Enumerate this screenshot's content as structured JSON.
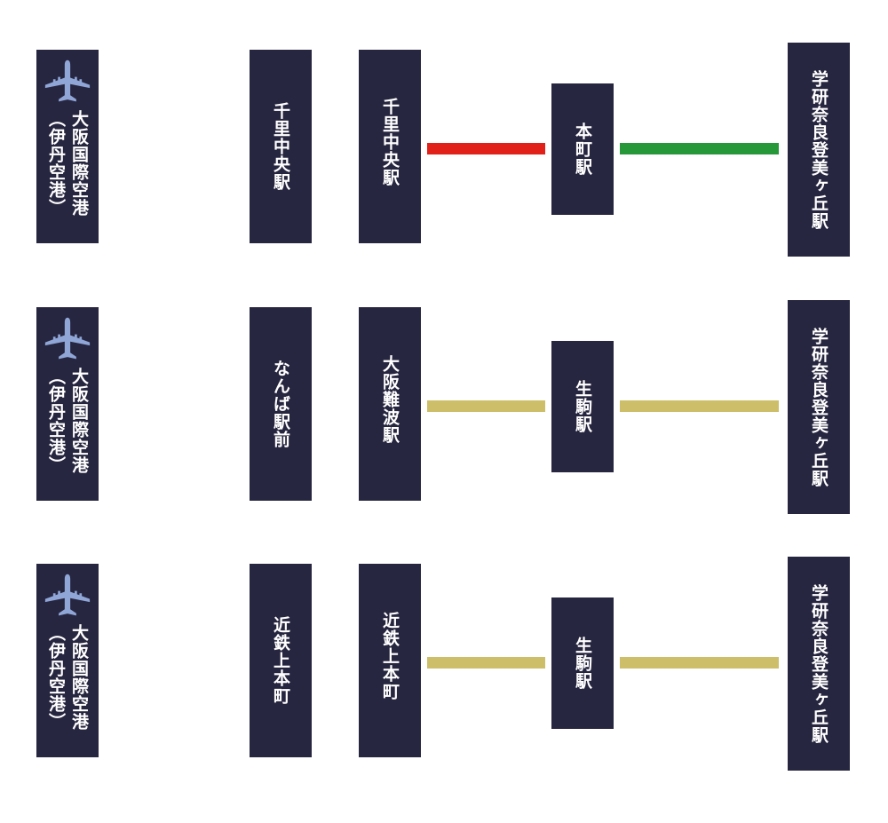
{
  "colors": {
    "box_bg": "#272640",
    "text": "#ffffff",
    "plane_icon": "#8fa6d6",
    "line_red": "#e2201a",
    "line_green": "#26983a",
    "line_gold": "#cdbf6a"
  },
  "routes": [
    {
      "origin": {
        "icon": "airplane-icon",
        "name": "大阪国際空港",
        "subname": "（伊丹空港）"
      },
      "stop1": "千里中央",
      "stop1_suffix": "駅",
      "stop2": "千里中央駅",
      "transfer": "本町駅",
      "destination": "学研奈良登美ヶ丘駅",
      "segment_a_color": "#e2201a",
      "segment_b_color": "#26983a"
    },
    {
      "origin": {
        "icon": "airplane-icon",
        "name": "大阪国際空港",
        "subname": "（伊丹空港）"
      },
      "stop1": "なんば駅前",
      "stop1_suffix": "",
      "stop2": "大阪難波駅",
      "transfer": "生駒駅",
      "destination": "学研奈良登美ヶ丘駅",
      "segment_a_color": "#cdbf6a",
      "segment_b_color": "#cdbf6a"
    },
    {
      "origin": {
        "icon": "airplane-icon",
        "name": "大阪国際空港",
        "subname": "（伊丹空港）"
      },
      "stop1": "近鉄上本町",
      "stop1_suffix": "",
      "stop2": "近鉄上本町",
      "transfer": "生駒駅",
      "destination": "学研奈良登美ヶ丘駅",
      "segment_a_color": "#cdbf6a",
      "segment_b_color": "#cdbf6a"
    }
  ]
}
